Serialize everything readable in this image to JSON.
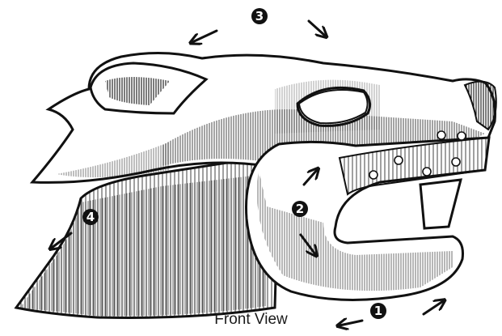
{
  "caption": "Front View",
  "markers": {
    "m1": "1",
    "m2": "2",
    "m3": "3",
    "m4": "4"
  },
  "colors": {
    "ink": "#111111",
    "paper": "#ffffff"
  }
}
